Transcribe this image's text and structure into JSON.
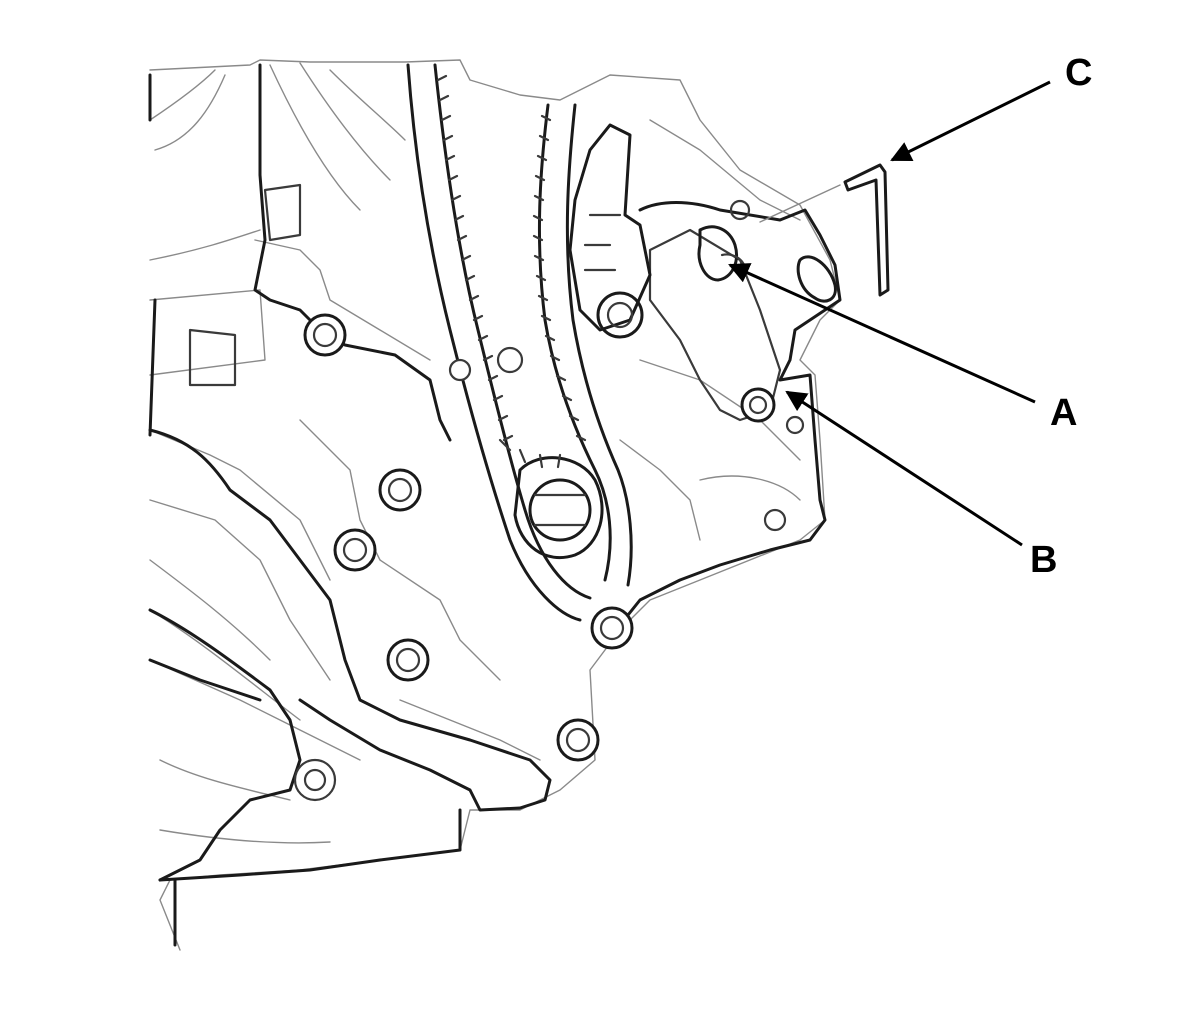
{
  "colors": {
    "line_dark": "#1a1a1a",
    "line_light": "#8a8a8a",
    "background": "#ffffff",
    "callout": "#000000"
  },
  "callouts": [
    {
      "id": "A",
      "label": "A"
    },
    {
      "id": "B",
      "label": "B"
    },
    {
      "id": "C",
      "label": "C"
    }
  ]
}
